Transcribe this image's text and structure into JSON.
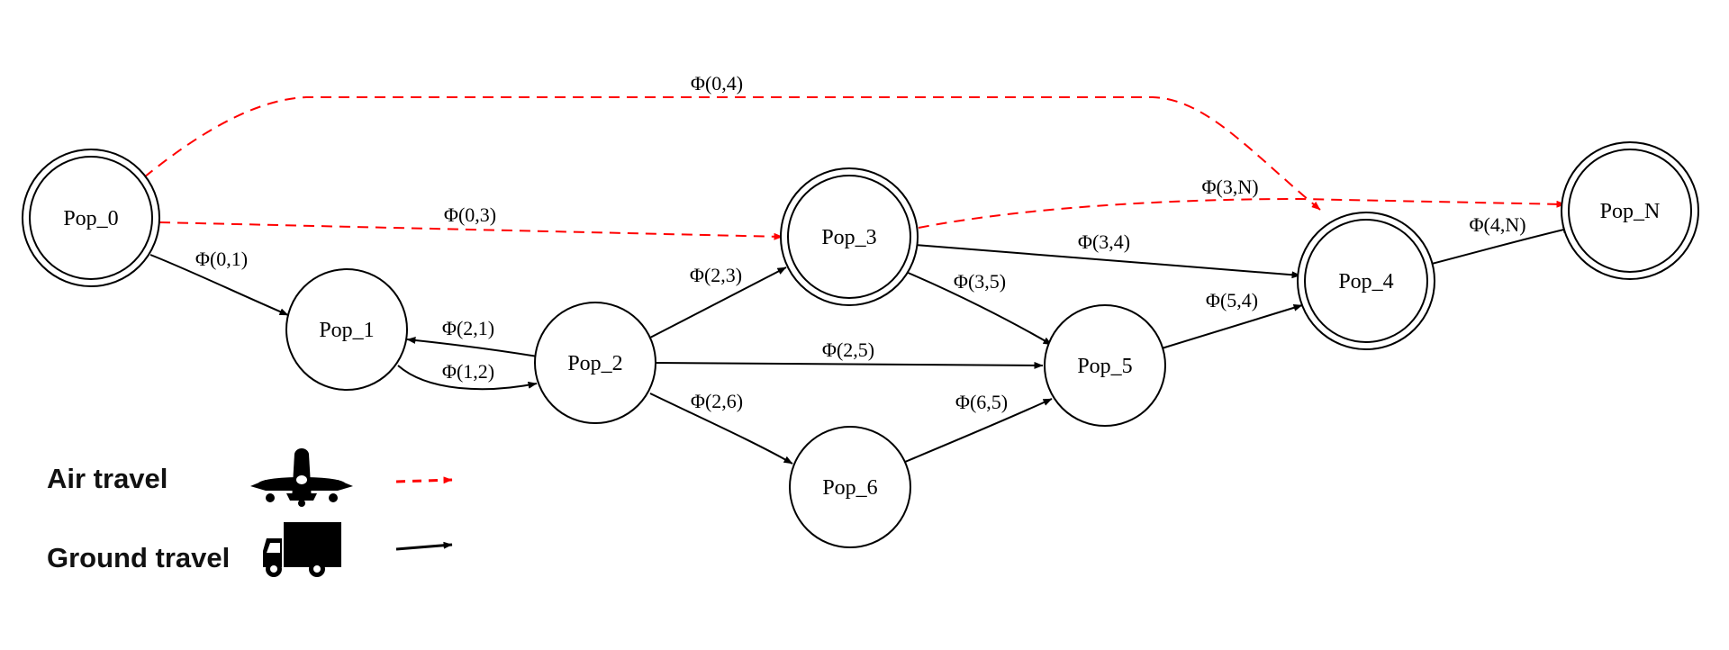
{
  "diagram": {
    "nodes": [
      {
        "id": "Pop_0",
        "label": "Pop_0",
        "double": true
      },
      {
        "id": "Pop_1",
        "label": "Pop_1",
        "double": false
      },
      {
        "id": "Pop_2",
        "label": "Pop_2",
        "double": false
      },
      {
        "id": "Pop_3",
        "label": "Pop_3",
        "double": true
      },
      {
        "id": "Pop_4",
        "label": "Pop_4",
        "double": true
      },
      {
        "id": "Pop_5",
        "label": "Pop_5",
        "double": false
      },
      {
        "id": "Pop_6",
        "label": "Pop_6",
        "double": false
      },
      {
        "id": "Pop_N",
        "label": "Pop_N",
        "double": true
      }
    ],
    "edges": [
      {
        "id": "e04",
        "from": "Pop_0",
        "to": "Pop_4",
        "label": "Φ(0,4)",
        "mode": "air"
      },
      {
        "id": "e03",
        "from": "Pop_0",
        "to": "Pop_3",
        "label": "Φ(0,3)",
        "mode": "air"
      },
      {
        "id": "e3N",
        "from": "Pop_3",
        "to": "Pop_N",
        "label": "Φ(3,N)",
        "mode": "air"
      },
      {
        "id": "e01",
        "from": "Pop_0",
        "to": "Pop_1",
        "label": "Φ(0,1)",
        "mode": "ground"
      },
      {
        "id": "e21",
        "from": "Pop_2",
        "to": "Pop_1",
        "label": "Φ(2,1)",
        "mode": "ground"
      },
      {
        "id": "e12",
        "from": "Pop_1",
        "to": "Pop_2",
        "label": "Φ(1,2)",
        "mode": "ground"
      },
      {
        "id": "e23",
        "from": "Pop_2",
        "to": "Pop_3",
        "label": "Φ(2,3)",
        "mode": "ground"
      },
      {
        "id": "e25",
        "from": "Pop_2",
        "to": "Pop_5",
        "label": "Φ(2,5)",
        "mode": "ground"
      },
      {
        "id": "e26",
        "from": "Pop_2",
        "to": "Pop_6",
        "label": "Φ(2,6)",
        "mode": "ground"
      },
      {
        "id": "e34",
        "from": "Pop_3",
        "to": "Pop_4",
        "label": "Φ(3,4)",
        "mode": "ground"
      },
      {
        "id": "e35",
        "from": "Pop_3",
        "to": "Pop_5",
        "label": "Φ(3,5)",
        "mode": "ground"
      },
      {
        "id": "e54",
        "from": "Pop_5",
        "to": "Pop_4",
        "label": "Φ(5,4)",
        "mode": "ground"
      },
      {
        "id": "e65",
        "from": "Pop_6",
        "to": "Pop_5",
        "label": "Φ(6,5)",
        "mode": "ground"
      },
      {
        "id": "e4N",
        "from": "Pop_4",
        "to": "Pop_N",
        "label": "Φ(4,N)",
        "mode": "ground"
      }
    ]
  },
  "legend": {
    "air_label": "Air travel",
    "ground_label": "Ground travel",
    "air_icon": "airplane-icon",
    "ground_icon": "truck-icon"
  },
  "colors": {
    "air": "#ff0000",
    "ground": "#000000"
  }
}
